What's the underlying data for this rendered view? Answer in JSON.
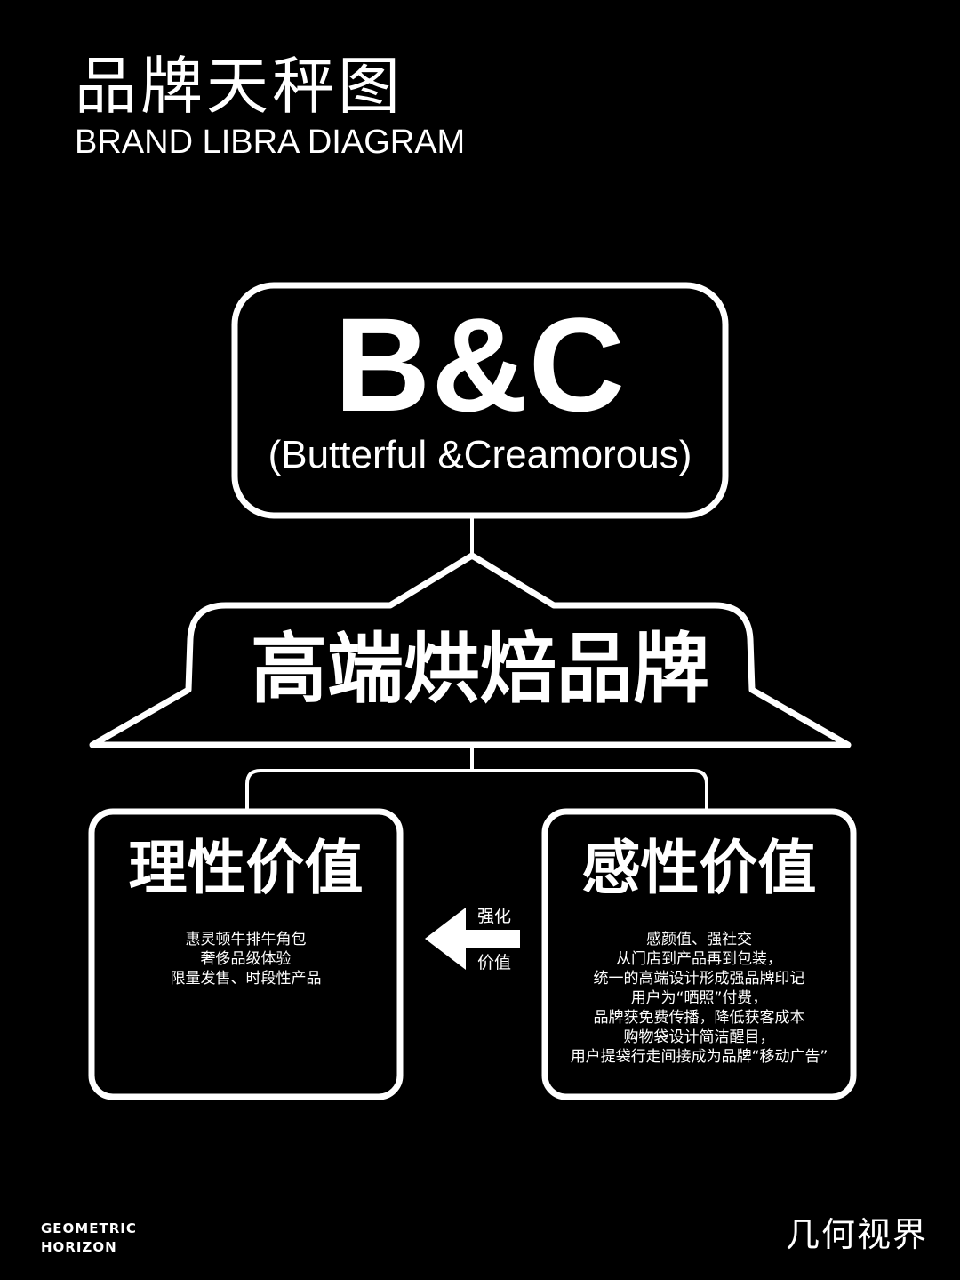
{
  "header": {
    "title_cn": "品牌天秤图",
    "title_en": "BRAND LIBRA DIAGRAM"
  },
  "brand": {
    "abbreviation": "B&C",
    "full_name": "(Butterful &Creamorous)"
  },
  "category": {
    "label": "高端烘焙品牌"
  },
  "rational": {
    "title": "理性价值",
    "lines": [
      "惠灵顿牛排牛角包",
      "奢侈品级体验",
      "限量发售、时段性产品"
    ]
  },
  "emotional": {
    "title": "感性价值",
    "lines": [
      "感颜值、强社交",
      "从门店到产品再到包装，",
      "统一的高端设计形成强品牌印记",
      "用户为“晒照”付费，",
      "品牌获免费传播，降低获客成本",
      "购物袋设计简洁醒目，",
      "用户提袋行走间接成为品牌“移动广告”"
    ]
  },
  "arrow": {
    "label_top": "强化",
    "label_bottom": "价值",
    "icon": "arrow-left-icon"
  },
  "footer": {
    "logo_line1": "GEOMETRIC",
    "logo_line2": "HORIZON",
    "brand_cn": "几何视界"
  },
  "colors": {
    "background": "#000000",
    "foreground": "#ffffff"
  }
}
